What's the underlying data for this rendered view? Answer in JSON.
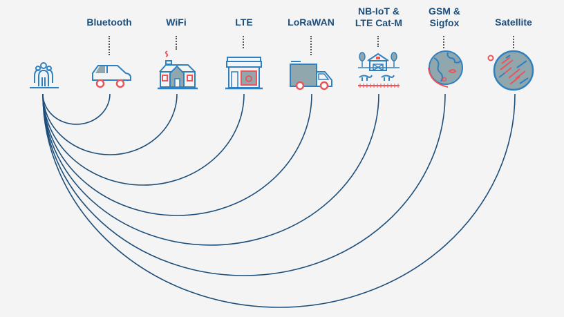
{
  "diagram": {
    "title": "",
    "colors": {
      "line": "#1d4e7a",
      "icon_blue": "#2f80c0",
      "icon_red": "#e8555a",
      "icon_fill": "#8fa7ad",
      "background": "#f4f4f4"
    },
    "source": {
      "name": "people",
      "icon": "people-group-icon"
    },
    "technologies": [
      {
        "label": "Bluetooth",
        "icon": "car-icon"
      },
      {
        "label": "WiFi",
        "icon": "house-icon"
      },
      {
        "label": "LTE",
        "icon": "storefront-icon"
      },
      {
        "label": "LoRaWAN",
        "icon": "truck-icon"
      },
      {
        "label": "NB-IoT &\nLTE Cat-M",
        "icon": "farm-icon"
      },
      {
        "label": "GSM &\nSigfox",
        "icon": "globe-icon"
      },
      {
        "label": "Satellite",
        "icon": "planet-icon"
      }
    ]
  }
}
